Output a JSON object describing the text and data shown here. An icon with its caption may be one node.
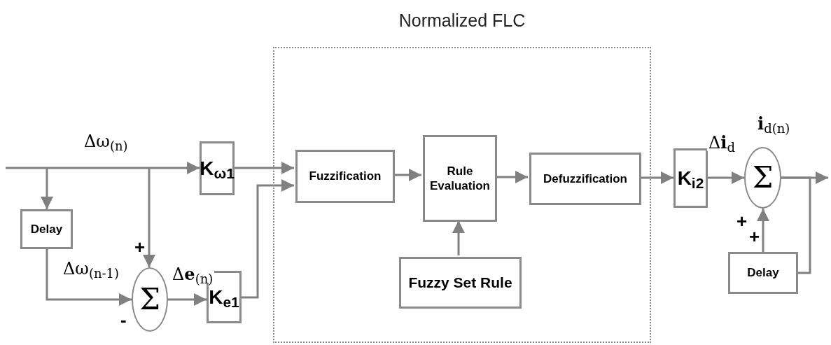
{
  "diagram": {
    "nodes": [
      {
        "text": [
          "Normalized FLC"
        ]
      },
      {
        "text": [
          "Fuzzification"
        ],
        "in": 0
      },
      {
        "text": [
          "Rule Evaluation"
        ],
        "in": 0
      },
      {
        "text": [
          "Defuzzification"
        ],
        "in": 0
      },
      {
        "text": [
          "Fuzzy Set Rule"
        ],
        "in": 0
      },
      {
        "text": [
          "Delay"
        ]
      },
      {
        "text": [
          "K$_{ω1}$"
        ]
      },
      {
        "text": [
          "Σ"
        ]
      },
      {
        "text": [
          "K$_{e1}$"
        ]
      },
      {
        "text": [
          "K$_{i2}$"
        ]
      },
      {
        "text": [
          "Σ"
        ]
      },
      {
        "text": [
          "Delay"
        ]
      }
    ],
    "edges": [
      {
        "from": null,
        "to": 6,
        "arrow": "to",
        "label": "Δω$_{(n)}$"
      },
      {
        "from": null,
        "to": 5,
        "arrow": "to"
      },
      {
        "from": null,
        "to": 7,
        "arrow": "to"
      },
      {
        "from": 5,
        "to": 7,
        "arrow": "to",
        "label": "Δω$_{(n-1)}$"
      },
      {
        "from": 7,
        "to": 8,
        "arrow": "to",
        "label": "Δ**e**$_{(n)}$"
      },
      {
        "from": 6,
        "to": 1,
        "arrow": "to"
      },
      {
        "from": 8,
        "to": 1,
        "arrow": "to"
      },
      {
        "from": 1,
        "to": 2,
        "arrow": "to"
      },
      {
        "from": 2,
        "to": 3,
        "arrow": "to"
      },
      {
        "from": 4,
        "to": 2,
        "arrow": "to"
      },
      {
        "from": 3,
        "to": 9,
        "arrow": "to"
      },
      {
        "from": 9,
        "to": 10,
        "arrow": "to",
        "label": "Δ**i**$_{d}$"
      },
      {
        "from": 10,
        "to": null,
        "arrow": "to",
        "label": "**i**$_{d(n)}$"
      },
      {
        "from": 10,
        "to": 11,
        "arrow": "none"
      },
      {
        "from": 11,
        "to": 10,
        "arrow": "to"
      }
    ],
    "labels": [
      "+",
      "-",
      "+",
      "+"
    ]
  }
}
